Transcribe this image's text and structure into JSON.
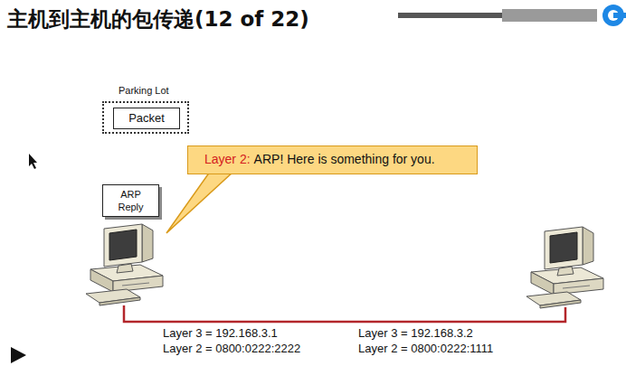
{
  "diagram": {
    "title": "主机到主机的包传递(12 of 22)",
    "nodes": [
      {
        "text": [
          "Parking Lot"
        ]
      },
      {
        "text": [
          "Packet"
        ],
        "in": 0
      },
      {
        "text": [
          "ARP Reply"
        ]
      },
      {
        "text": [
          "Layer 2:",
          "ARP! Here is something for you."
        ]
      }
    ],
    "labels": [
      "Layer 3 = 192.168.3.1",
      "Layer 2 = 0800:0222:2222",
      "Layer 3 = 192.168.3.2",
      "Layer 2 = 0800:0222:1111"
    ]
  }
}
